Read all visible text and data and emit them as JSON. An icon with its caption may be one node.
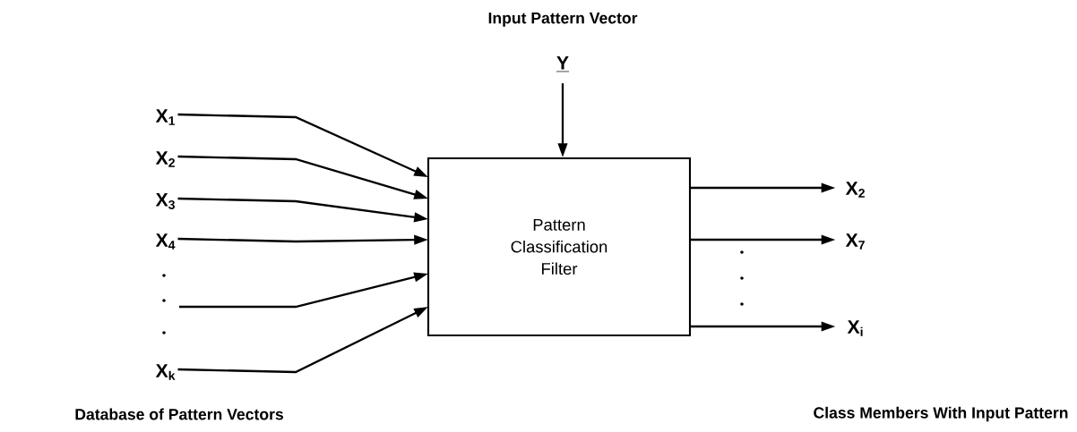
{
  "diagram": {
    "nodes": [
      {
        "text": [
          "Y"
        ]
      },
      {
        "text": [
          "X$_{1}$"
        ]
      },
      {
        "text": [
          "X$_{2}$"
        ]
      },
      {
        "text": [
          "X$_{3}$"
        ]
      },
      {
        "text": [
          "X$_{4}$"
        ]
      },
      {
        "text": [
          "X$_{k}$"
        ]
      },
      {
        "text": [
          "Pattern Classification Filter"
        ]
      },
      {
        "text": [
          "X$_{2}$"
        ]
      },
      {
        "text": [
          "X$_{7}$"
        ]
      },
      {
        "text": [
          "X$_{i}$"
        ]
      }
    ],
    "edges": [
      {
        "from": 0,
        "to": 6,
        "arrow": "to"
      },
      {
        "from": 1,
        "to": 6,
        "arrow": "to"
      },
      {
        "from": 2,
        "to": 6,
        "arrow": "to"
      },
      {
        "from": 3,
        "to": 6,
        "arrow": "to"
      },
      {
        "from": 4,
        "to": 6,
        "arrow": "to"
      },
      {
        "from": null,
        "to": 6,
        "arrow": "to"
      },
      {
        "from": 5,
        "to": 6,
        "arrow": "to"
      },
      {
        "from": 6,
        "to": 7,
        "arrow": "to"
      },
      {
        "from": 6,
        "to": 8,
        "arrow": "to"
      },
      {
        "from": 6,
        "to": 9,
        "arrow": "to"
      }
    ],
    "labels": [
      "Input Pattern Vector",
      "Database of Pattern Vectors",
      "Class Members With Input Pattern"
    ]
  }
}
